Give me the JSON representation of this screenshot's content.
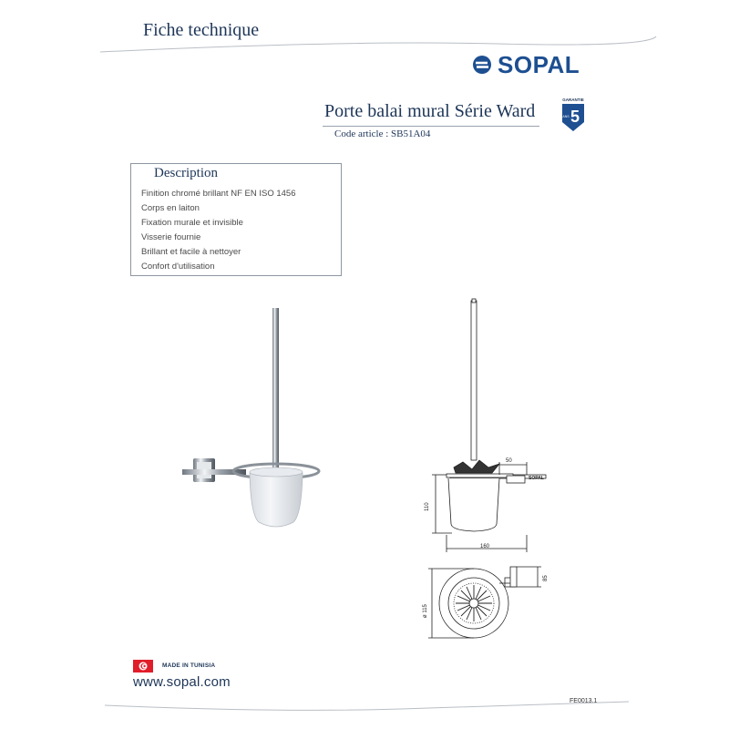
{
  "header": {
    "title": "Fiche technique",
    "brand": "SOPAL"
  },
  "product": {
    "name": "Porte balai mural Série Ward",
    "code_line": "Code article : SB51A04",
    "warranty_label": "GARANTIE",
    "warranty_years": "5",
    "warranty_unit": "ANS"
  },
  "description": {
    "title": "Description",
    "items": [
      "Finition chromé brillant NF EN ISO 1456",
      "Corps en laiton",
      "Fixation murale et invisible",
      "Visserie fournie",
      "Brillant et facile à nettoyer",
      "Confort d'utilisation"
    ]
  },
  "drawing": {
    "dim_width_holder": "50",
    "dim_height": "110",
    "dim_total_width": "160",
    "dim_depth": "85",
    "dim_diameter": "ø 115",
    "brand_mark": "SOPAL"
  },
  "footer": {
    "made_in": "MADE IN TUNISIA",
    "website": "www.sopal.com",
    "doc_ref": "FE0013.1"
  },
  "colors": {
    "brand_blue": "#1d4f91",
    "navy": "#1d3557",
    "flag_red": "#e11d2a"
  }
}
